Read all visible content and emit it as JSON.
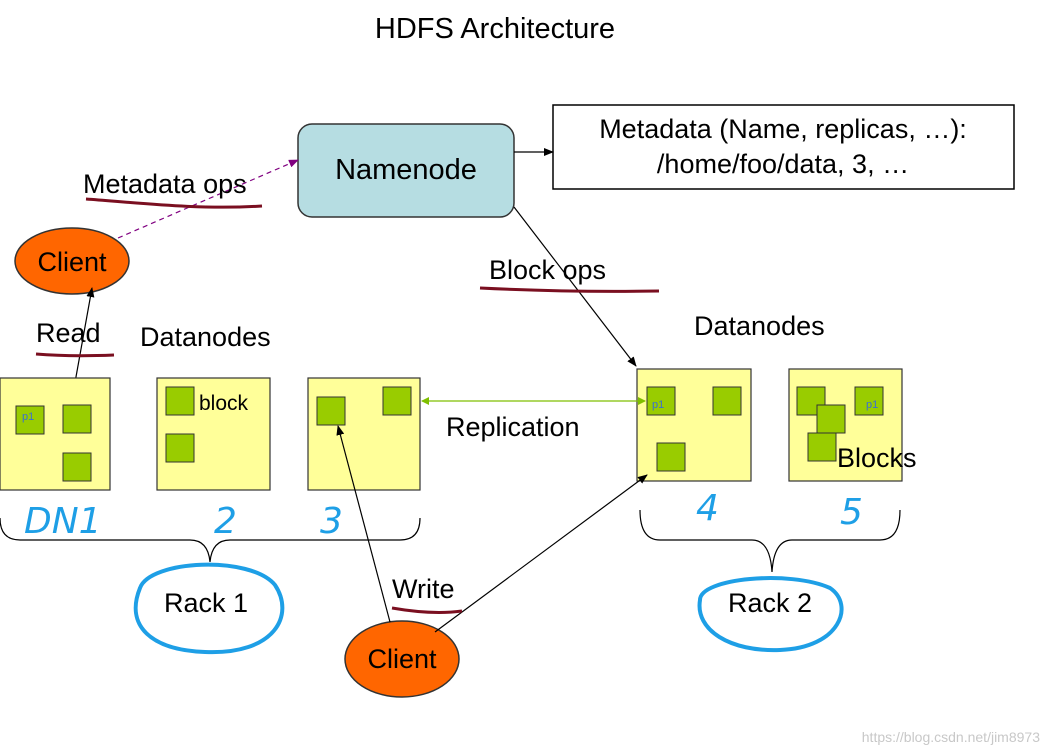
{
  "title": "HDFS Architecture",
  "namenode": {
    "label": "Namenode"
  },
  "metadata": {
    "line1": "Metadata (Name, replicas, …):",
    "line2": "/home/foo/data, 3, …"
  },
  "labels": {
    "metadata_ops": "Metadata ops",
    "block_ops": "Block ops",
    "read": "Read",
    "write": "Write",
    "replication": "Replication",
    "datanodes_left": "Datanodes",
    "datanodes_right": "Datanodes",
    "block": "block",
    "blocks": "Blocks",
    "p1": "p1"
  },
  "clients": {
    "top": "Client",
    "bottom": "Client"
  },
  "racks": {
    "rack1": "Rack 1",
    "rack2": "Rack 2"
  },
  "handwritten_node_ids": [
    "DN1",
    "2",
    "3",
    "4",
    "5"
  ],
  "watermark": "https://blog.csdn.net/jim8973",
  "colors": {
    "namenode_fill": "#b6dde2",
    "datanode_fill": "#ffff99",
    "block_fill": "#99cc00",
    "client_fill": "#ff6600",
    "annotation_blue": "#1e9fe6",
    "underline_red": "#7a0f20",
    "dashed_purple": "#800080",
    "replication_green": "#7fbf00"
  }
}
